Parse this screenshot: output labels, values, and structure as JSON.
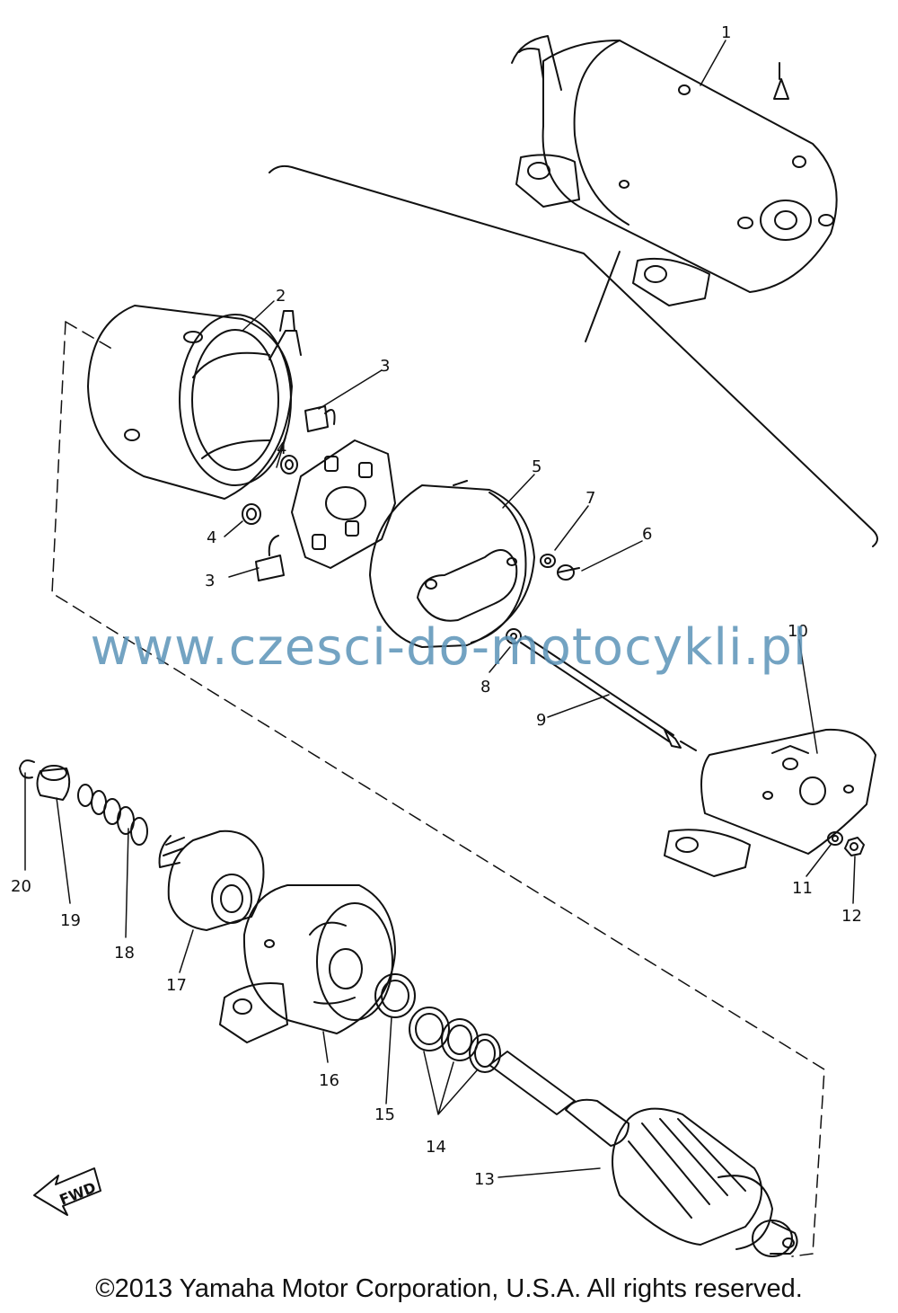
{
  "diagram": {
    "watermark": "www.czesci-do-motocykli.pl",
    "copyright": "©2013 Yamaha Motor Corporation, U.S.A. All rights reserved.",
    "fwd_label": "FWD",
    "part_labels": [
      "1",
      "2",
      "3",
      "4",
      "5",
      "6",
      "7",
      "8",
      "9",
      "10",
      "11",
      "12",
      "13",
      "14",
      "15",
      "16",
      "17",
      "18",
      "19",
      "20"
    ],
    "callouts": {
      "p1": "1",
      "p2": "2",
      "p3a": "3",
      "p3b": "3",
      "p4a": "4",
      "p4b": "4",
      "p5": "5",
      "p6": "6",
      "p7": "7",
      "p8": "8",
      "p9": "9",
      "p10": "10",
      "p11": "11",
      "p12": "12",
      "p13": "13",
      "p14": "14",
      "p15": "15",
      "p16": "16",
      "p17": "17",
      "p18": "18",
      "p19": "19",
      "p20": "20"
    }
  }
}
